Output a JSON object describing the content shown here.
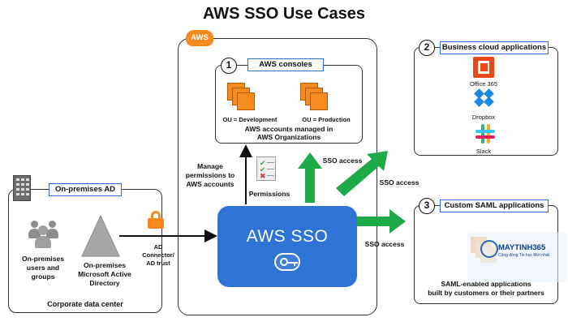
{
  "title": "AWS SSO Use Cases",
  "aws_badge": "AWS",
  "consoles": {
    "number": "1",
    "label": "AWS consoles",
    "ou_dev": "OU = Development",
    "ou_prod": "OU = Production",
    "caption_line1": "AWS accounts managed in",
    "caption_line2": "AWS Organizations"
  },
  "business": {
    "number": "2",
    "label": "Business cloud applications",
    "apps": [
      "Office 365",
      "Dropbox",
      "Slack"
    ]
  },
  "custom": {
    "number": "3",
    "label": "Custom SAML applications",
    "caption_line1": "SAML-enabled applications",
    "caption_line2": "built by customers or their partners"
  },
  "onprem": {
    "label": "On-premises AD",
    "users_line1": "On-premises",
    "users_line2": "users and",
    "users_line3": "groups",
    "ad_line1": "On-premises",
    "ad_line2": "Microsoft Active",
    "ad_line3": "Directory",
    "footer": "Corporate data center"
  },
  "connector": {
    "line1": "AD",
    "line2": "Connector/",
    "line3": "AD trust"
  },
  "manage": {
    "line1": "Manage",
    "line2": "permissions to",
    "line3": "AWS accounts"
  },
  "permissions_label": "Permissions",
  "sso_core_label": "AWS SSO",
  "arrows": {
    "sso_access_up": "SSO access",
    "sso_access_diag": "SSO access",
    "sso_access_right": "SSO access"
  },
  "watermark": {
    "brand": "MAYTINH365",
    "tagline": "Cộng đồng Tin học Mới nhất"
  },
  "colors": {
    "aws_orange": "#f58b1f",
    "sso_blue": "#2e73d6",
    "arrow_green": "#1faa4a",
    "label_border": "#2e6bd6"
  }
}
